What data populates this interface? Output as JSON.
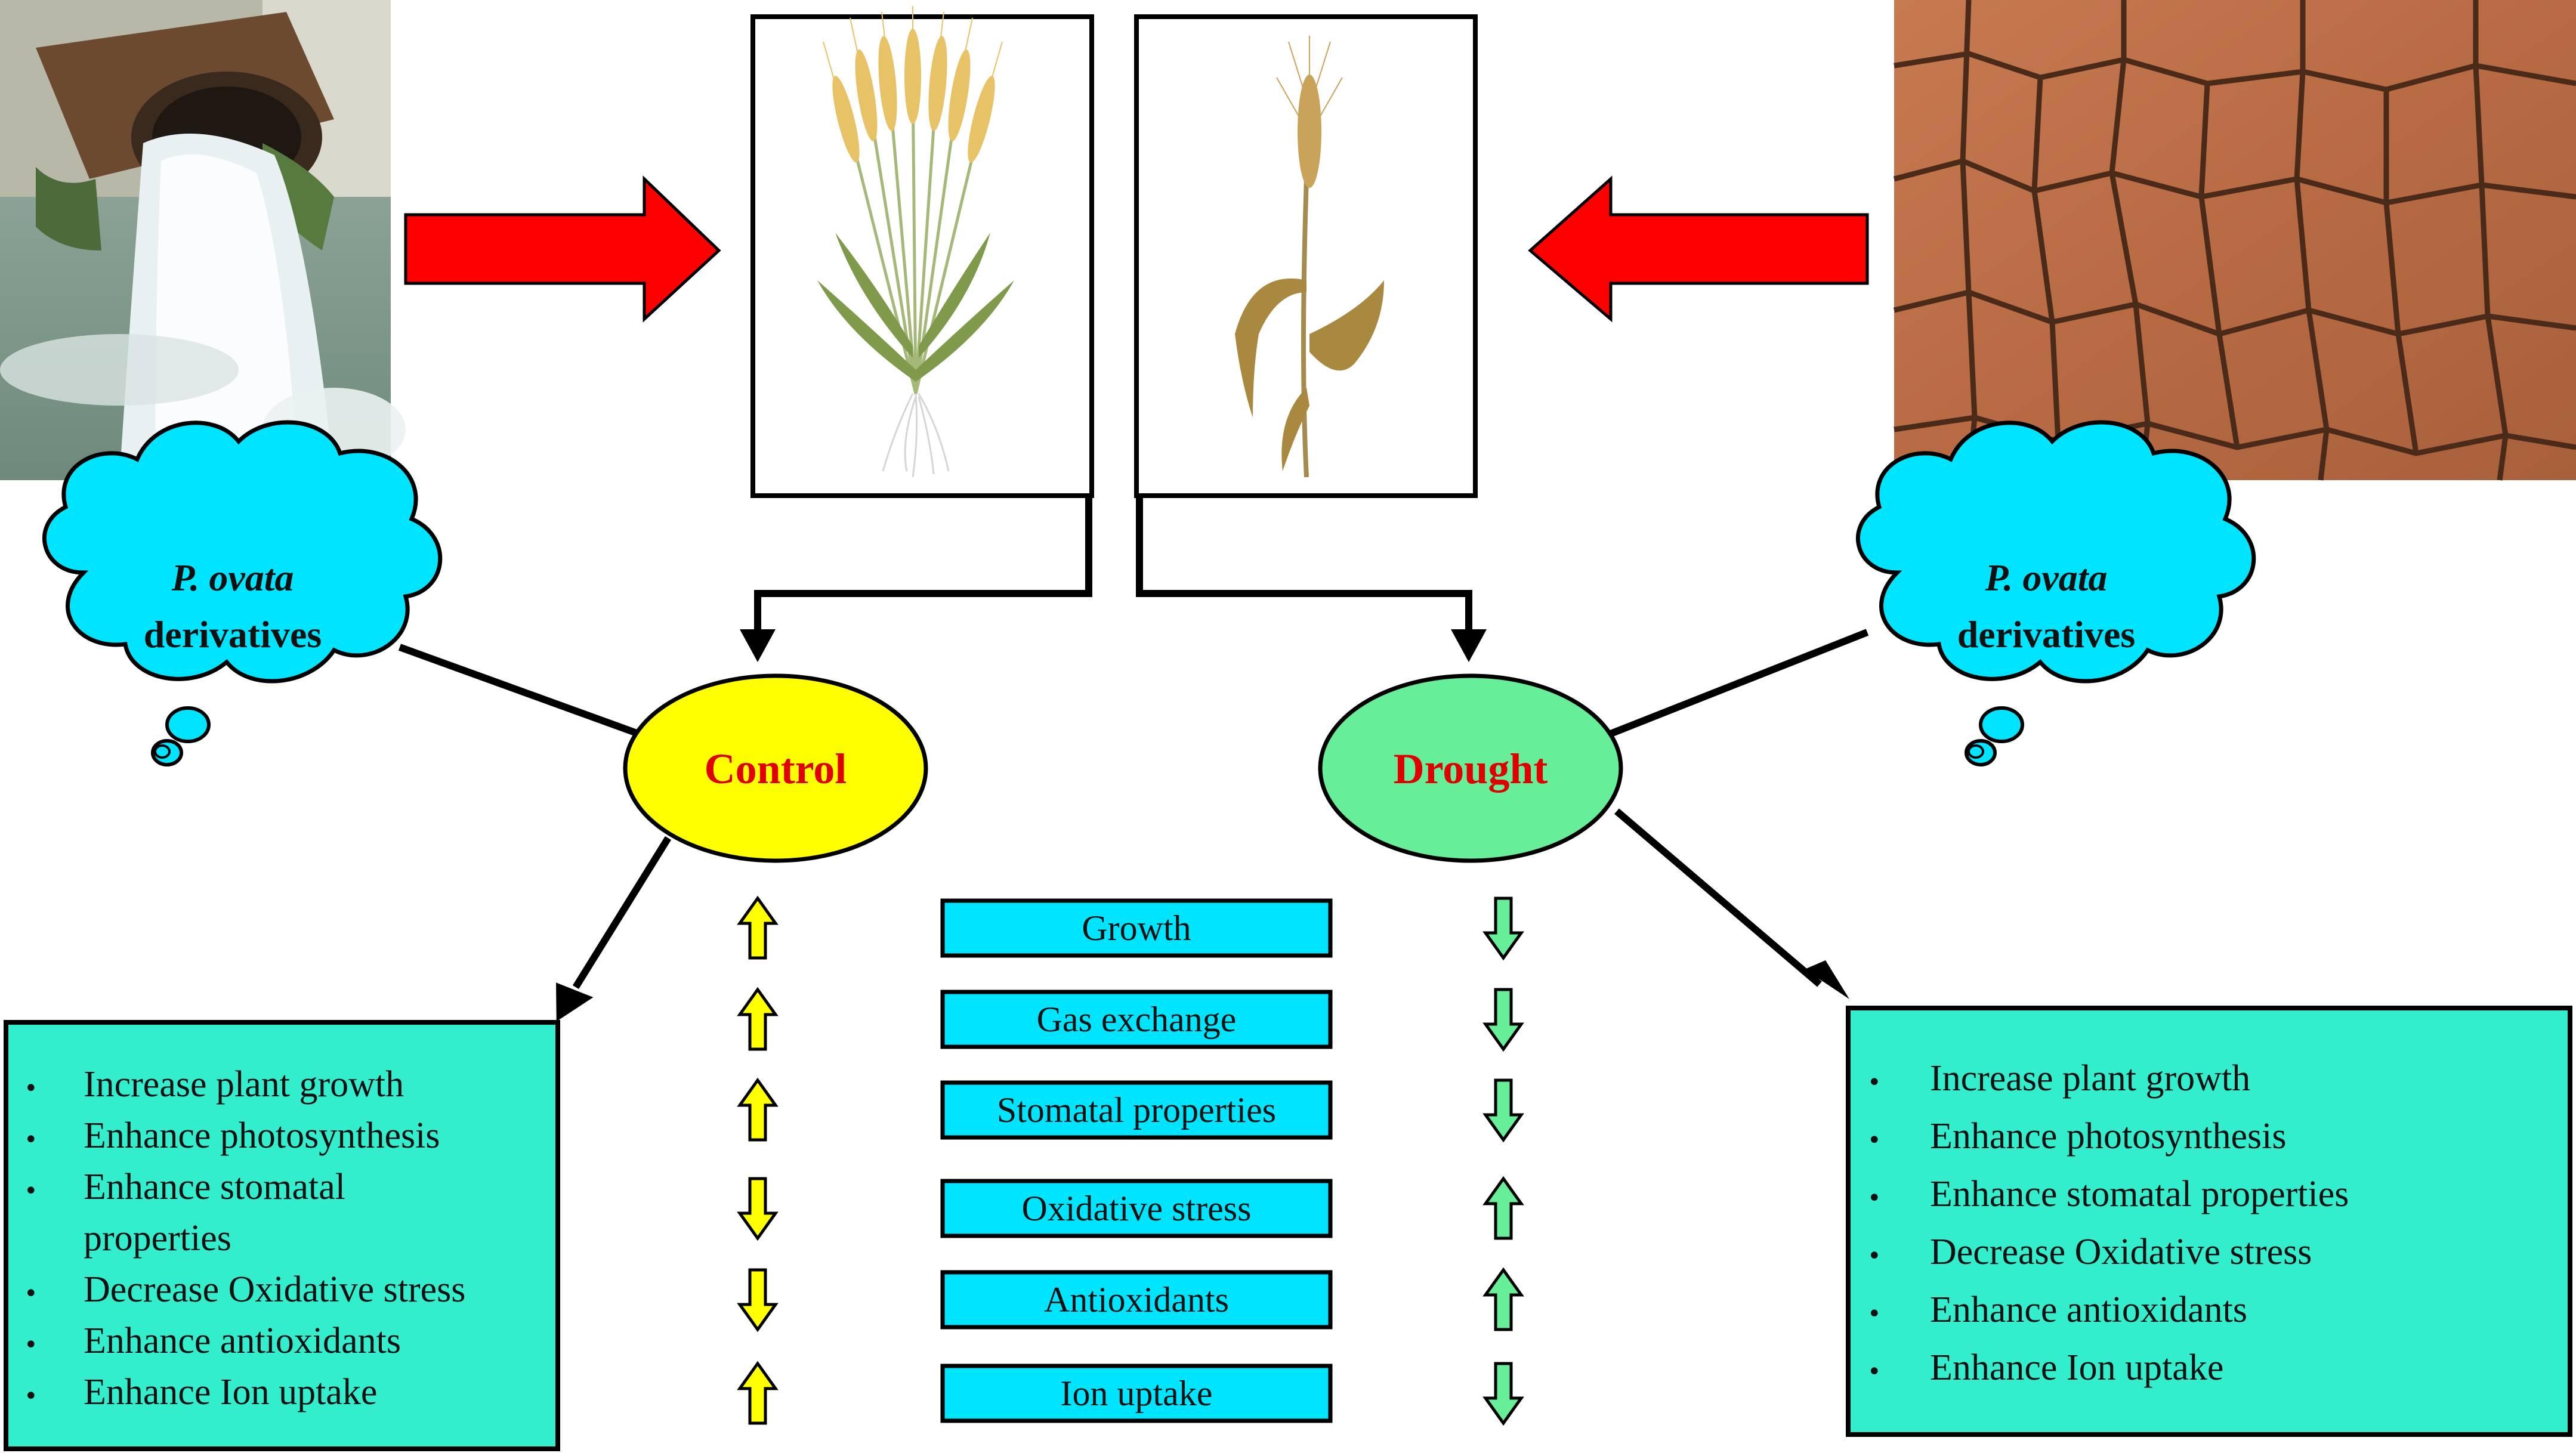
{
  "cloud_left": {
    "line1": "P. ovata",
    "line2": "derivatives"
  },
  "cloud_right": {
    "line1": "P. ovata",
    "line2": "derivatives"
  },
  "oval_control": {
    "label": "Control"
  },
  "oval_drought": {
    "label": "Drought"
  },
  "parameters": [
    {
      "label": "Growth",
      "control_arrow": "up",
      "drought_arrow": "down"
    },
    {
      "label": "Gas exchange",
      "control_arrow": "up",
      "drought_arrow": "down"
    },
    {
      "label": "Stomatal properties",
      "control_arrow": "up",
      "drought_arrow": "down"
    },
    {
      "label": "Oxidative stress",
      "control_arrow": "down",
      "drought_arrow": "up"
    },
    {
      "label": "Antioxidants",
      "control_arrow": "down",
      "drought_arrow": "up"
    },
    {
      "label": "Ion uptake",
      "control_arrow": "up",
      "drought_arrow": "down"
    }
  ],
  "left_box": {
    "items": [
      "Increase plant growth",
      "Enhance photosynthesis",
      "Enhance stomatal properties",
      "Decrease Oxidative stress",
      "Enhance antioxidants",
      "Enhance Ion uptake"
    ]
  },
  "right_box": {
    "items": [
      "Increase plant growth",
      "Enhance photosynthesis",
      "Enhance stomatal properties",
      "Decrease Oxidative stress",
      "Enhance antioxidants",
      "Enhance Ion uptake"
    ]
  },
  "colors": {
    "arrow_red": "#ff0000",
    "control_oval": "#ffff00",
    "drought_oval": "#66ee99",
    "cloud_fill": "#00e5ff",
    "param_box": "#00e5ff",
    "summary_box": "#33eecc",
    "up_down_yellow": "#ffff00",
    "up_down_green": "#66ee99"
  },
  "icons": {
    "left_photo": "water-pipe-outflow-image",
    "right_photo": "cracked-dry-soil-image",
    "left_plant": "healthy-wheat-plant-icon",
    "right_plant": "wilted-wheat-plant-icon"
  }
}
